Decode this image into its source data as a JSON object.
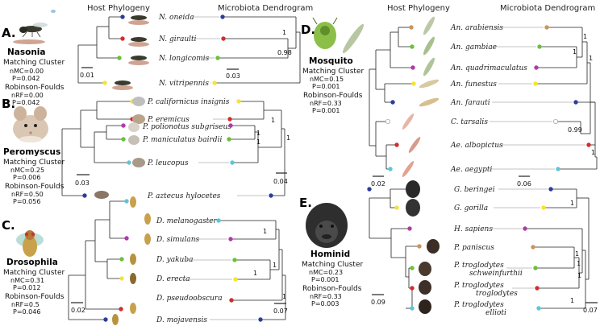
{
  "headers": {
    "host_left": "Host Phylogeny",
    "micro_left": "Microbiota Dendrogram",
    "host_right": "Host Phylogeny",
    "micro_right": "Microbiota Dendrogram"
  },
  "panels": {
    "A": {
      "letter": "A.",
      "taxon": "Nasonia",
      "mc_title": "Matching Cluster",
      "mc_value": "nMC=0.00",
      "mc_p": "P=0.042",
      "rf_title": "Robinson-Foulds",
      "rf_value": "nRF=0.00",
      "rf_p": "P=0.042",
      "species": [
        "N. oneida",
        "N. giraulti",
        "N. longicomis",
        "N. vitripennis"
      ],
      "host_scale": "0.01",
      "micro_scale": "0.03",
      "bootstrap": [
        "1",
        "0.98"
      ]
    },
    "B": {
      "letter": "B.",
      "taxon": "Peromyscus",
      "mc_title": "Matching Cluster",
      "mc_value": "nMC=0.25",
      "mc_p": "P=0.006",
      "rf_title": "Robinson-Foulds",
      "rf_value": "nRF=0.50",
      "rf_p": "P=0.056",
      "species": [
        "P. californicus insignis",
        "P. eremicus",
        "P. polionotus subgriseus",
        "P. maniculatus bairdii",
        "P. leucopus",
        "P. aztecus hylocetes"
      ],
      "host_scale": "0.03",
      "micro_scale": "0.04",
      "bootstrap": [
        "1",
        "1",
        "1",
        "1"
      ]
    },
    "C": {
      "letter": "C.",
      "taxon": "Drosophila",
      "mc_title": "Matching Cluster",
      "mc_value": "nMC=0.31",
      "mc_p": "P=0.012",
      "rf_title": "Robinson-Foulds",
      "rf_value": "nRF=0.5",
      "rf_p": "P=0.046",
      "species": [
        "D. melanogaster",
        "D. simulans",
        "D. yakuba",
        "D. erecta",
        "D. pseudoobscura",
        "D. mojavensis"
      ],
      "host_scale": "0.02",
      "micro_scale": "0.07",
      "bootstrap": [
        "1",
        "1",
        "1",
        "1"
      ]
    },
    "D": {
      "letter": "D.",
      "taxon": "Mosquito",
      "mc_title": "Matching Cluster",
      "mc_value": "nMC=0.15",
      "mc_p": "P=0.001",
      "rf_title": "Robinson-Foulds",
      "rf_value": "nRF=0.33",
      "rf_p": "P=0.001",
      "species": [
        "An. arabiensis",
        "An. gambiae",
        "An. quadrimaculatus",
        "An. funestus",
        "An. farauti",
        "C. tarsalis",
        "Ae. albopictus",
        "Ae. aegypti"
      ],
      "host_scale": "0.02",
      "micro_scale": "0.06",
      "bootstrap": [
        "1",
        "1",
        "1",
        "0.99",
        "1"
      ]
    },
    "E": {
      "letter": "E.",
      "taxon": "Hominid",
      "mc_title": "Matching Cluster",
      "mc_value": "nMC=0.23",
      "mc_p": "P=0.001",
      "rf_title": "Robinson-Foulds",
      "rf_value": "nRF=0.33",
      "rf_p": "P=0.003",
      "species": [
        "G. beringei",
        "G. gorilla",
        "H. sapiens",
        "P. paniscus",
        "P. troglodytes",
        "schweinfurthii",
        "P. troglodytes",
        "troglodytes",
        "P. troglodytes",
        "ellioti"
      ],
      "host_scale": "0.09",
      "micro_scale": "0.07",
      "bootstrap": [
        "1",
        "1",
        "1",
        "1",
        "1"
      ]
    }
  },
  "colors": {
    "blue": "#2b3e9a",
    "red": "#d62b2b",
    "green": "#6cbf3c",
    "yellow": "#f5e33a",
    "cyan": "#5cc6d6",
    "magenta": "#b03aa8",
    "orange": "#c8955c",
    "white": "#ffffff"
  }
}
